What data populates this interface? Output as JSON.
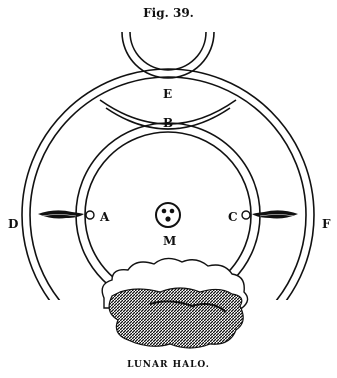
{
  "figure": {
    "title": "Fig. 39.",
    "caption": "LUNAR HALO."
  },
  "labels": {
    "e": "E",
    "b": "B",
    "d": "D",
    "a": "A",
    "c": "C",
    "f": "F",
    "m": "M"
  }
}
